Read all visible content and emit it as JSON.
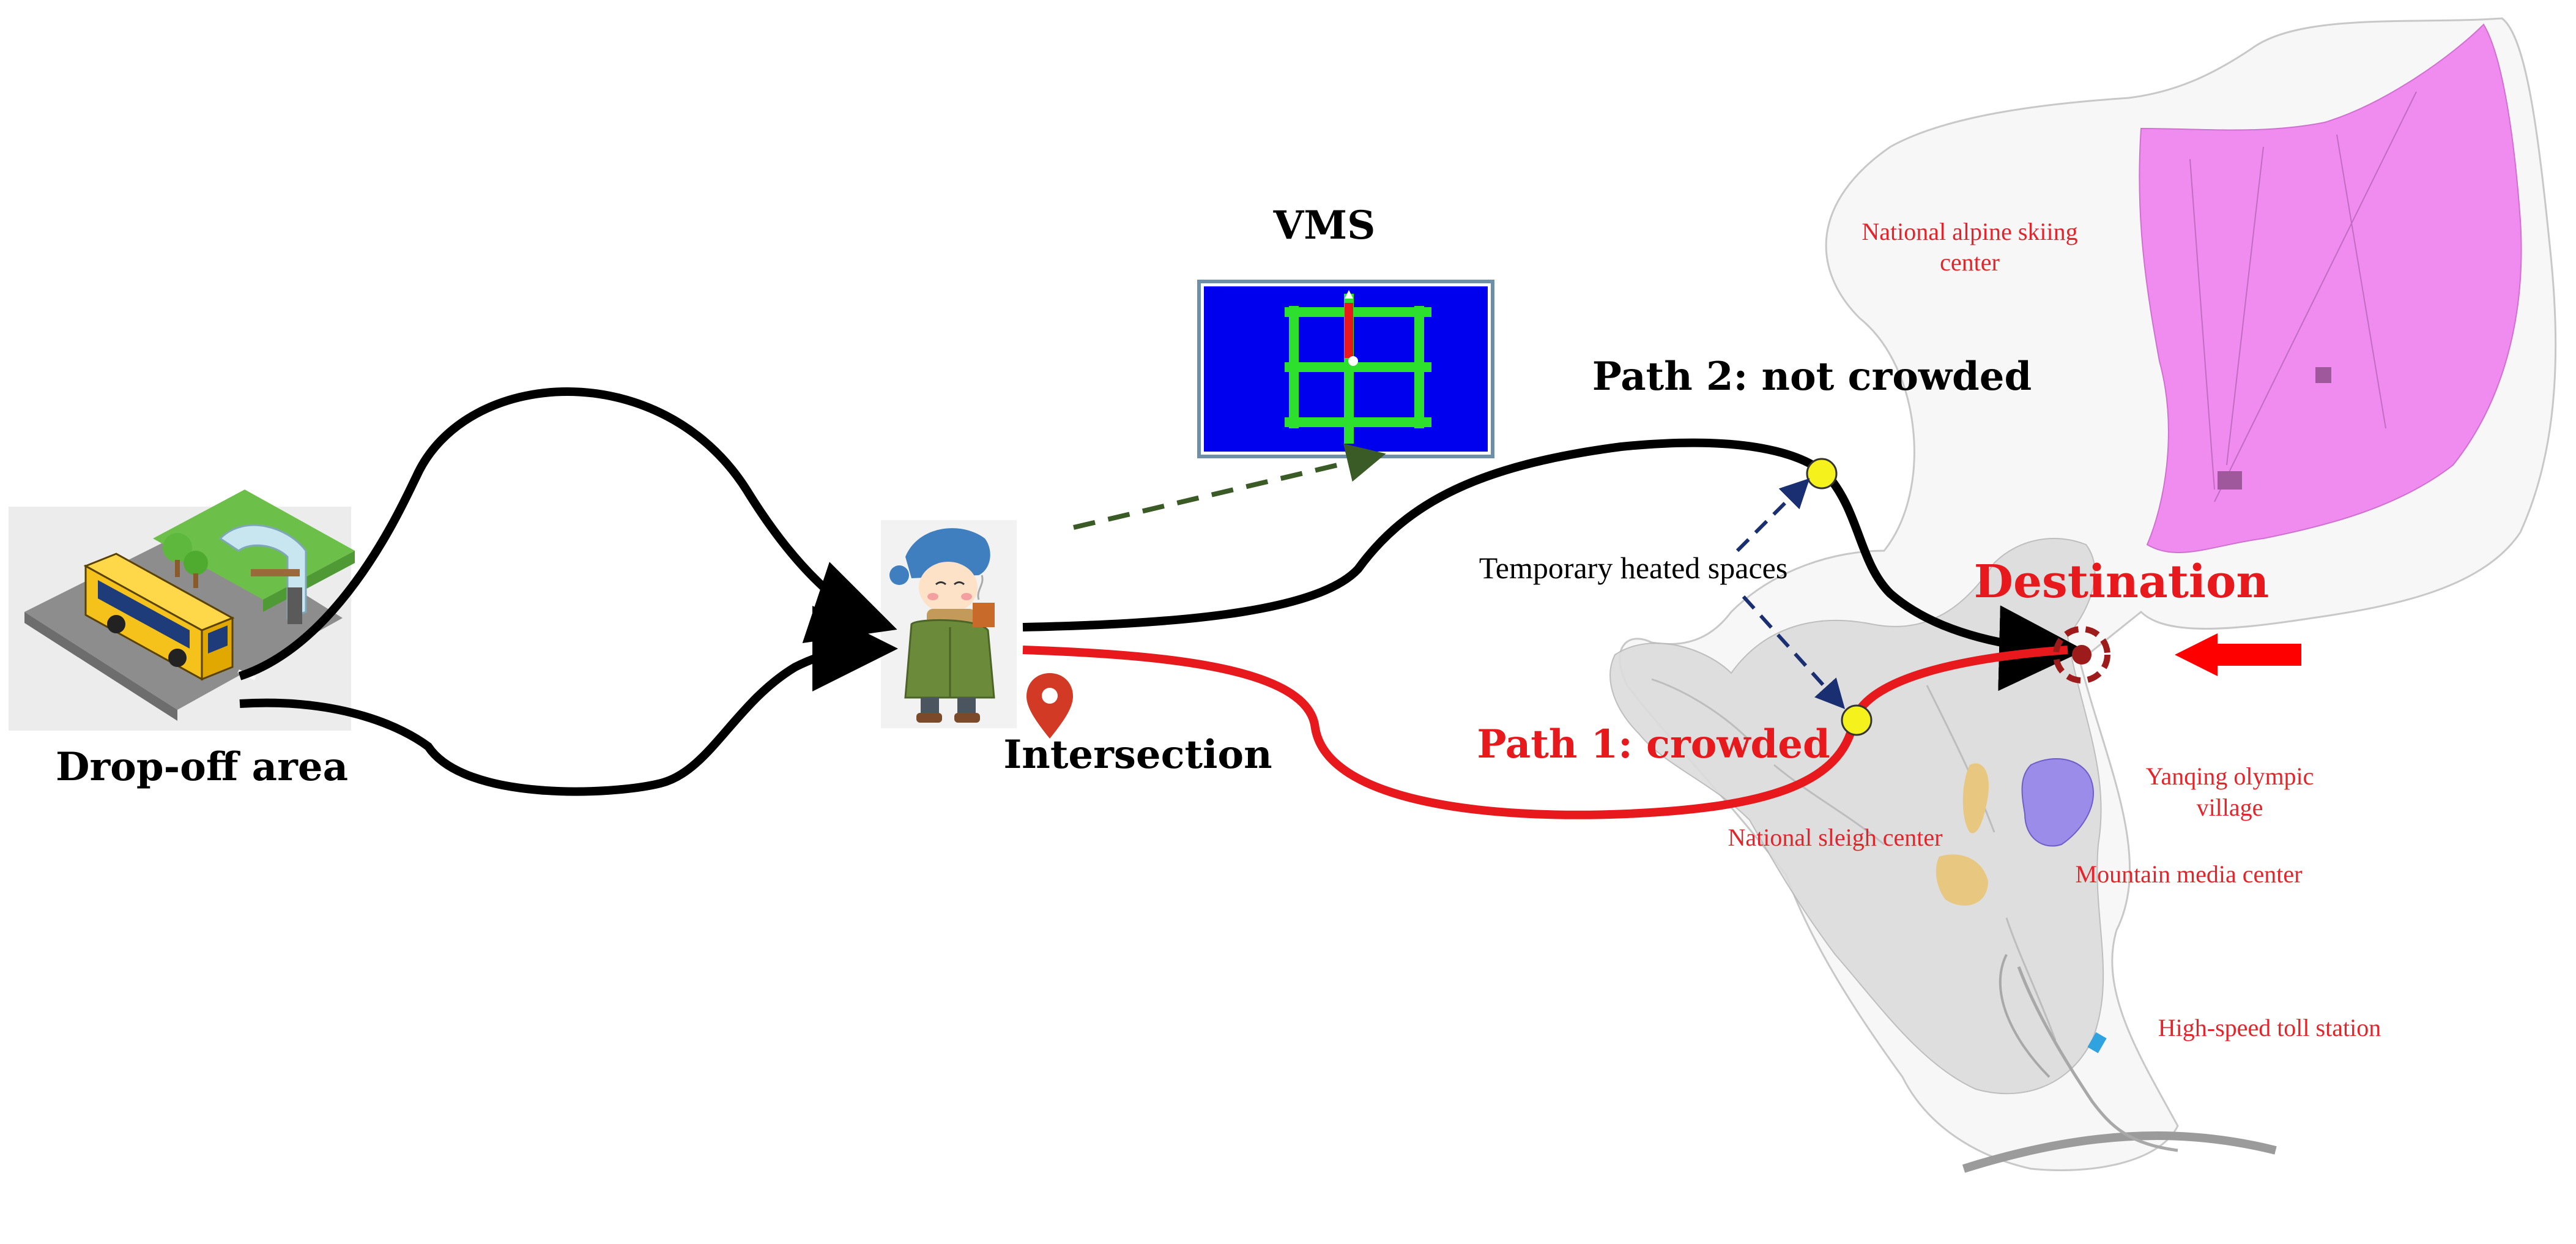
{
  "labels": {
    "vms": "VMS",
    "path2": "Path 2: not crowded",
    "path1": "Path 1: crowded",
    "temp_heated": "Temporary heated spaces",
    "destination": "Destination",
    "drop_off": "Drop-off area",
    "intersection": "Intersection"
  },
  "map_labels": {
    "alpine_line1": "National alpine skiing",
    "alpine_line2": "center",
    "yanqing_line1": "Yanqing olympic",
    "yanqing_line2": "village",
    "sleigh": "National sleigh center",
    "media": "Mountain media center",
    "toll": "High-speed toll station"
  },
  "colors": {
    "path_black": "#000000",
    "path_red": "#e8191c",
    "vms_bg": "#0000ee",
    "vms_grid": "#2ee02e",
    "heated_point": "#f4f11c",
    "dashed_green": "#3a5a26",
    "dashed_blue": "#1a2f72",
    "alpine_fill": "#f08cf0",
    "village_fill": "#9a8ce8",
    "sleigh_fill": "#e8c880",
    "map_gray": "#dcdcdc"
  },
  "icons": [
    "bus-stop-icon",
    "person-holding-drink-icon",
    "location-pin-icon",
    "destination-target-icon",
    "arrow-left-icon"
  ]
}
